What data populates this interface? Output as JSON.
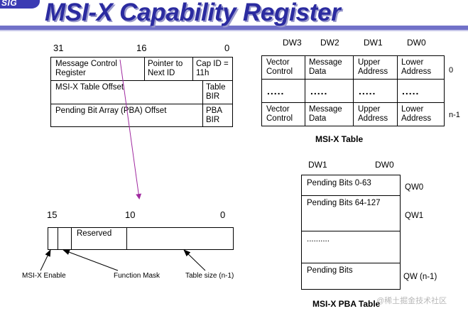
{
  "header": {
    "logo": "SIG",
    "title": "MSI-X Capability Register"
  },
  "capability": {
    "bit_hi": "31",
    "bit_mid": "16",
    "bit_lo": "0",
    "message_control": "Message Control Register",
    "pointer": "Pointer to Next ID",
    "cap_id": "Cap ID = 11h",
    "table_offset": "MSI-X Table Offset",
    "table_bir": "Table BIR",
    "pba_offset": "Pending Bit Array (PBA) Offset",
    "pba_bir": "PBA BIR"
  },
  "message_control": {
    "bit_hi": "15",
    "bit_mid": "10",
    "bit_lo": "0",
    "reserved": "Reserved",
    "msix_enable": "MSI-X Enable",
    "function_mask": "Function Mask",
    "table_size": "Table size (n-1)"
  },
  "msix_table": {
    "caption": "MSI-X Table",
    "columns": [
      "DW3",
      "DW2",
      "DW1",
      "DW0"
    ],
    "row0": [
      "Vector Control",
      "Message Data",
      "Upper Address",
      "Lower Address"
    ],
    "row_dots": ".....",
    "rowN": [
      "Vector Control",
      "Message Data",
      "Upper Address",
      "Lower Address"
    ],
    "row0_index": "0",
    "rowN_index": "n-1"
  },
  "pba_table": {
    "caption": "MSI-X PBA Table",
    "col_left": "DW1",
    "col_right": "DW0",
    "rows": [
      "Pending Bits 0-63",
      "Pending Bits 64-127",
      "..........",
      "Pending Bits"
    ],
    "qw0": "QW0",
    "qw1": "QW1",
    "qwn": "QW (n-1)"
  },
  "watermark": "@稀土掘金技术社区",
  "colors": {
    "title": "#2b2ba0",
    "bar": "#7171c8",
    "arrow": "#a02aa0"
  }
}
